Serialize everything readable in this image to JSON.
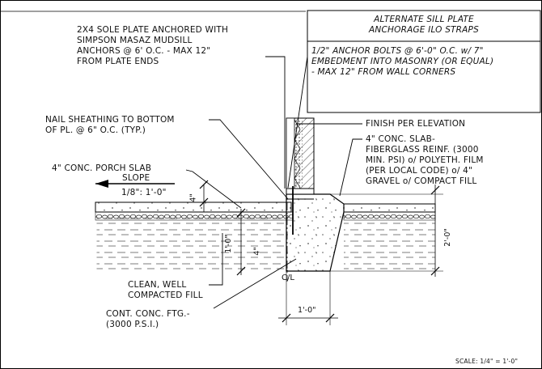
{
  "callouts": {
    "sole_plate": [
      "2X4 SOLE PLATE ANCHORED WITH",
      "SIMPSON MASAZ MUDSILL",
      "ANCHORS @ 6' O.C. - MAX 12\"",
      "FROM PLATE ENDS"
    ],
    "alternate_title": [
      "ALTERNATE SILL PLATE",
      "ANCHORAGE ILO STRAPS"
    ],
    "alternate_body": [
      "1/2\" ANCHOR BOLTS @ 6'-0\" O.C. w/ 7\"",
      "EMBEDMENT INTO MASONRY (OR EQUAL)",
      "- MAX 12\" FROM WALL CORNERS"
    ],
    "nail_sheathing": [
      "NAIL SHEATHING TO BOTTOM",
      "OF PL. @ 6\" O.C. (TYP.)"
    ],
    "finish": "FINISH PER ELEVATION",
    "conc_slab": [
      "4\" CONC. SLAB-",
      "FIBERGLASS REINF. (3000",
      "MIN. PSI) o/ POLYETH. FILM",
      "(PER LOCAL CODE) o/ 4\"",
      "GRAVEL o/ COMPACT FILL"
    ],
    "porch_slab": "4\" CONC. PORCH SLAB",
    "slope_label": "SLOPE",
    "slope_value": "1/8\": 1'-0\"",
    "clean_fill": [
      "CLEAN, WELL",
      "COMPACTED FILL"
    ],
    "footing": [
      "CONT. CONC. FTG.-",
      "(3000 P.S.I.)"
    ]
  },
  "dimensions": {
    "slab_thickness": "4\"",
    "footing_depth_left": "1'-0\"",
    "stem": "4\"",
    "footing_depth_right": "2'-0\"",
    "footing_width": "1'-0\"",
    "centerline": "C/L"
  },
  "scale_note": "SCALE: 1/4\" = 1'-0\""
}
